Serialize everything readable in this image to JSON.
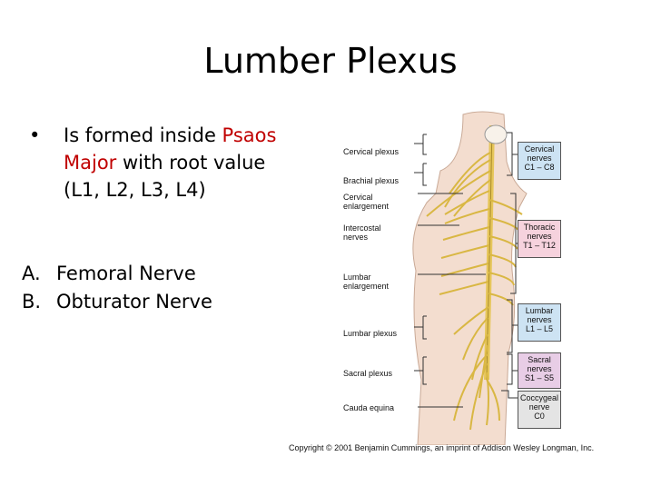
{
  "slide": {
    "title": "Lumber Plexus",
    "bullet": {
      "symbol": "•",
      "text_before": "Is formed inside ",
      "highlight1": "Psaos",
      "highlight2": "Major",
      "text_after": " with root value",
      "line3": "(L1, L2, L3, L4)"
    },
    "list": [
      {
        "marker": "A.",
        "text": "Femoral Nerve"
      },
      {
        "marker": "B.",
        "text": "Obturator Nerve"
      }
    ],
    "accent_color": "#c00000"
  },
  "figure": {
    "left_labels": {
      "cervical_plexus": "Cervical plexus",
      "brachial_plexus": "Brachial plexus",
      "cervical_enlargement_1": "Cervical",
      "cervical_enlargement_2": "enlargement",
      "intercostal_1": "Intercostal",
      "intercostal_2": "nerves",
      "lumbar_enlargement_1": "Lumbar",
      "lumbar_enlargement_2": "enlargement",
      "lumbar_plexus": "Lumbar plexus",
      "sacral_plexus": "Sacral plexus",
      "cauda_equina": "Cauda equina"
    },
    "right_boxes": [
      {
        "l1": "Cervical",
        "l2": "nerves",
        "l3": "C1 – C8",
        "color": "#cde3f3"
      },
      {
        "l1": "Thoracic",
        "l2": "nerves",
        "l3": "T1 – T12",
        "color": "#f6d2dd"
      },
      {
        "l1": "Lumbar",
        "l2": "nerves",
        "l3": "L1 – L5",
        "color": "#cde3f3"
      },
      {
        "l1": "Sacral",
        "l2": "nerves",
        "l3": "S1 – S5",
        "color": "#e8cde6"
      },
      {
        "l1": "Coccygeal",
        "l2": "nerve",
        "l3": "C0",
        "color": "#e4e4e4"
      }
    ],
    "copyright": "Copyright © 2001 Benjamin Cummings, an imprint of Addison Wesley Longman, Inc."
  }
}
